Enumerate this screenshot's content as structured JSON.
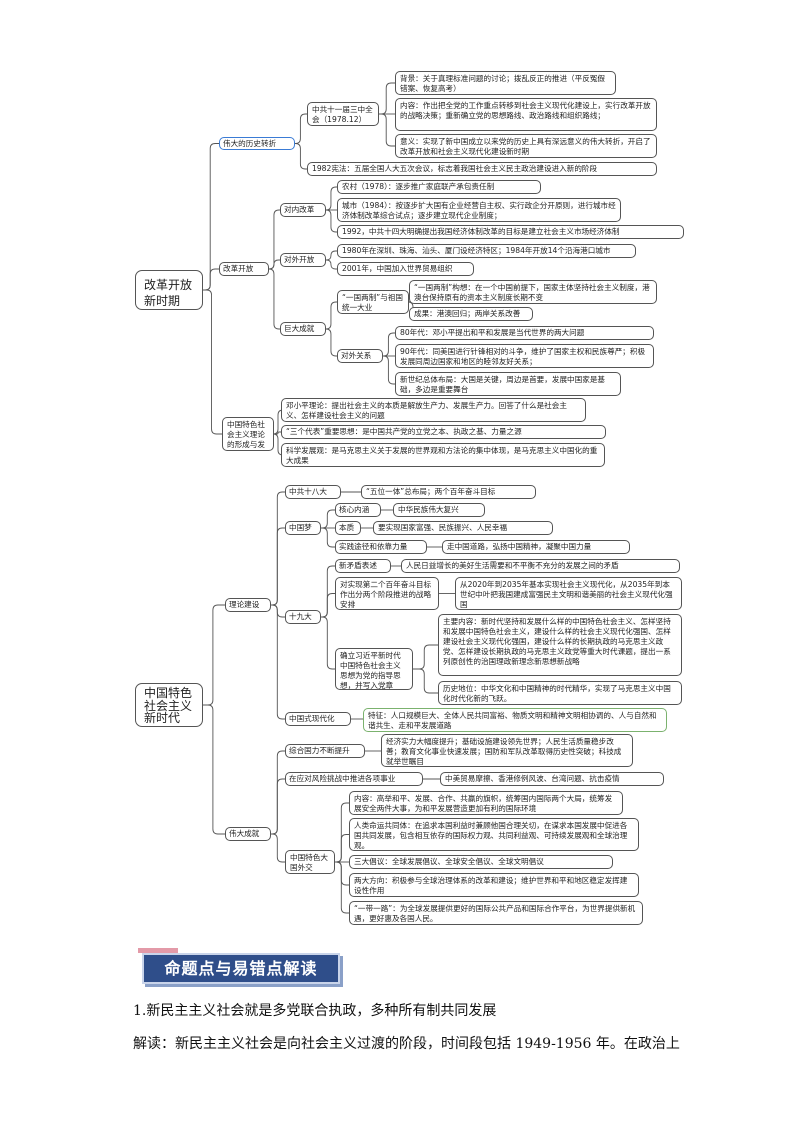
{
  "mindmap1": {
    "root": "改革开放新时期",
    "zhuanzhe": "伟大的历史转折",
    "sanzhong": "中共十一届三中全会（1978.12）",
    "beijing": "背景：关于真理标准问题的讨论；拨乱反正的推进（平反冤假错案、恢复高考）",
    "neirong": "内容：作出把全党的工作重点转移到社会主义现代化建设上，实行改革开放的战略决策；重新确立党的思想路线、政治路线和组织路线；",
    "yiyi": "意义：实现了新中国成立以来党的历史上具有深远意义的伟大转折，开启了改革开放和社会主义现代化建设新时期",
    "xianfa": "1982宪法：五届全国人大五次会议，标志着我国社会主义民主政治建设进入新的阶段",
    "gaige": "改革开放",
    "duinei": "对内改革",
    "nongcun": "农村（1978）：逐步推广家庭联产承包责任制",
    "chengshi": "城市（1984）：按逐步扩大国有企业经营自主权、实行政企分开原则，进行城市经济体制改革综合试点；逐步建立现代企业制度；",
    "y1992": "1992，中共十四大明确提出我国经济体制改革的目标是建立社会主义市场经济体制",
    "duiwai": "对外开放",
    "tequ": "1980年在深圳、珠海、汕头、厦门设经济特区；1984年开放14个沿海港口城市",
    "wto": "2001年，中国加入世界贸易组织",
    "chengjiu": "巨大成就",
    "yiguo": "“一国两制”与祖国统一大业",
    "gouxiang": "“一国两制”构想：在一个中国前提下，国家主体坚持社会主义制度，港澳台保持原有的资本主义制度长期不变",
    "chengguo": "成果：港澳回归；两岸关系改善",
    "duiwaiguanxi": "对外关系",
    "n80": "80年代：邓小平提出和平和发展是当代世界的两大问题",
    "n90": "90年代：同美国进行针锋相对的斗争，维护了国家主权和民族尊严；积极发展同周边国家和地区的睦邻友好关系；",
    "xinshiji": "新世纪总体布局：大国是关键，周边是首要，发展中国家是基础，多边是重要舞台",
    "lilun": "中国特色社会主义理论的形成与发展",
    "deng": "邓小平理论：提出社会主义的本质是解放生产力、发展生产力。回答了什么是社会主义、怎样建设社会主义的问题",
    "sange": "“三个代表”重要思想：是中国共产党的立党之本、执政之基、力量之源",
    "kexue": "科学发展观：是马克思主义关于发展的世界观和方法论的集中体现，是马克思主义中国化的重大成果"
  },
  "mindmap2": {
    "root": "中国特色社会主义新时代",
    "lilunjianshe": "理论建设",
    "shiba": "中共十八大",
    "wuwei": "“五位一体”总布局；两个百年奋斗目标",
    "zgm": "中国梦",
    "hexin": "核心内涵",
    "fuxing": "中华民族伟大复兴",
    "benzhi": "本质",
    "fuqiang": "要实现国家富强、民族振兴、人民幸福",
    "shijian": "实践途径和依靠力量",
    "daolu": "走中国道路，弘扬中国精神，凝聚中国力量",
    "shijiuda": "十九大",
    "maodun": "新矛盾表述",
    "maodunText": "人民日益增长的美好生活需要和不平衡不充分的发展之间的矛盾",
    "liangge": "对实现第二个百年奋斗目标作出分两个阶段推进的战略安排",
    "liangge2": "从2020年到2035年基本实现社会主义现代化，从2035年到本世纪中叶把我国建成富强民主文明和谐美丽的社会主义现代化强国",
    "queli": "确立习近平新时代中国特色社会主义思想为党的指导思想，并写入党章",
    "zhuyao": "主要内容：新时代坚持和发展什么样的中国特色社会主义、怎样坚持和发展中国特色社会主义，建设什么样的社会主义现代化强国、怎样建设社会主义现代化强国，建设什么样的长期执政的马克思主义政党、怎样建设长期执政的马克思主义政党等重大时代课题，提出一系列原创性的治国理政新理念新思想新战略",
    "lishi": "历史地位：中华文化和中国精神的时代精华，实现了马克思主义中国化时代化新的飞跃。",
    "xiandaihua": "中国式现代化",
    "tezheng": "特征：人口规模巨大、全体人民共同富裕、物质文明和精神文明相协调的、人与自然和谐共生、走和平发展道路",
    "weida": "伟大成就",
    "zonghe": "综合国力不断提升",
    "jingji": "经济实力大幅度提升；基础设施建设领先世界；人民生活质量稳步改善；教育文化事业快速发展；国防和军队改革取得历史性突破；科技成就举世瞩目",
    "fengxian": "在应对风险挑战中推进各项事业",
    "maoyi": "中美贸易摩擦、香港修例风波、台湾问题、抗击疫情",
    "daguo": "中国特色大国外交",
    "dg1": "内容：高举和平、发展、合作、共赢的旗帜，统筹国内国际两个大局，统筹发展安全两件大事，为和平发展营造更加有利的国际环境",
    "dg2": "人类命运共同体：在追求本国利益时兼顾他国合理关切，在谋求本国发展中促进各国共同发展，包含相互依存的国际权力观、共同利益观、可持续发展观和全球治理观。",
    "dg3": "三大倡议：全球发展倡议、全球安全倡议、全球文明倡议",
    "dg4": "两大方向：积极参与全球治理体系的改革和建设；维护世界和平和地区稳定发挥建设性作用",
    "dg5": "“一带一路”：为全球发展提供更好的国际公共产品和国际合作平台，为世界提供新机遇，更好惠及各国人民。"
  },
  "section": {
    "banner": "命题点与易错点解读",
    "q1": "1.新民主主义社会就是多党联合执政，多种所有制共同发展",
    "a1": "解读：新民主主义社会是向社会主义过渡的阶段，时间段包括 1949-1956 年。在政治上"
  },
  "colors": {
    "border": "#555555",
    "banner": "#2f4e8a",
    "accent": "#e39aa8"
  }
}
